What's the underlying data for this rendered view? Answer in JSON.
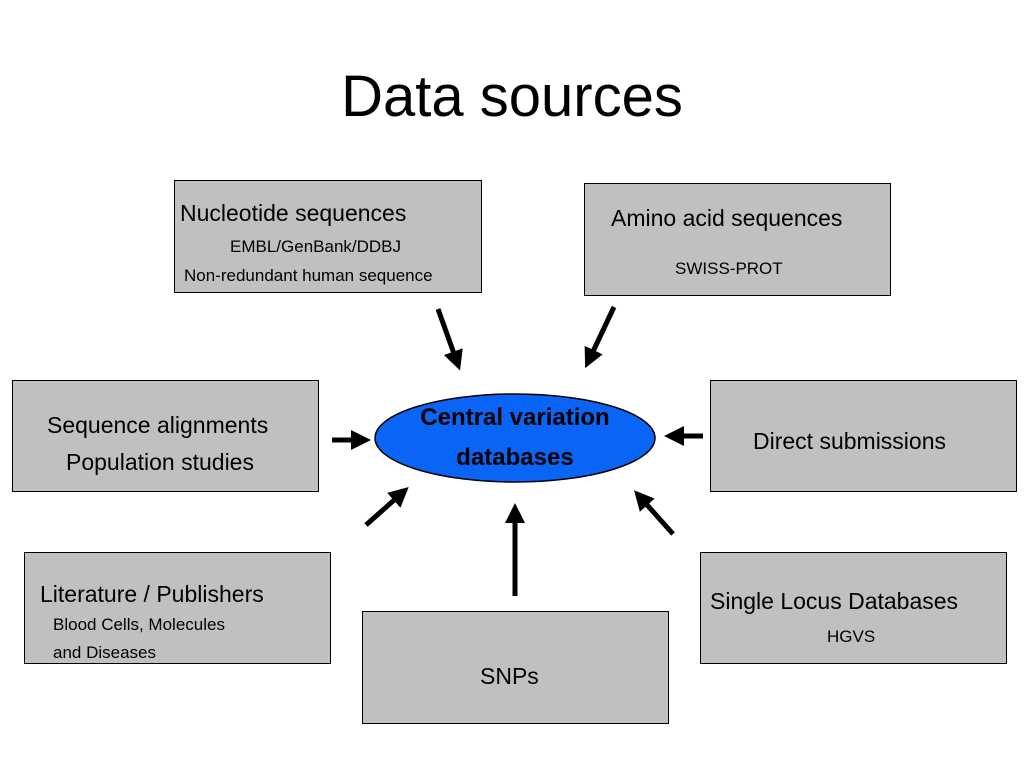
{
  "title": "Data sources",
  "center": {
    "line1": "Central variation",
    "line2": "databases"
  },
  "boxes": {
    "nucleotide": {
      "title": "Nucleotide sequences",
      "line1": "EMBL/GenBank/DDBJ",
      "line2": "Non-redundant human sequence"
    },
    "amino": {
      "title": "Amino acid sequences",
      "line1": "SWISS-PROT"
    },
    "alignments": {
      "line1": "Sequence alignments",
      "line2": "Population studies"
    },
    "direct": {
      "title": "Direct submissions"
    },
    "literature": {
      "title": "Literature / Publishers",
      "line1": "Blood Cells, Molecules",
      "line2": "and Diseases"
    },
    "snps": {
      "title": "SNPs"
    },
    "locus": {
      "title": "Single Locus Databases",
      "line1": "HGVS"
    }
  },
  "colors": {
    "box_fill": "#c0c0c0",
    "center_fill": "#0a64f5",
    "arrow": "#000000"
  }
}
